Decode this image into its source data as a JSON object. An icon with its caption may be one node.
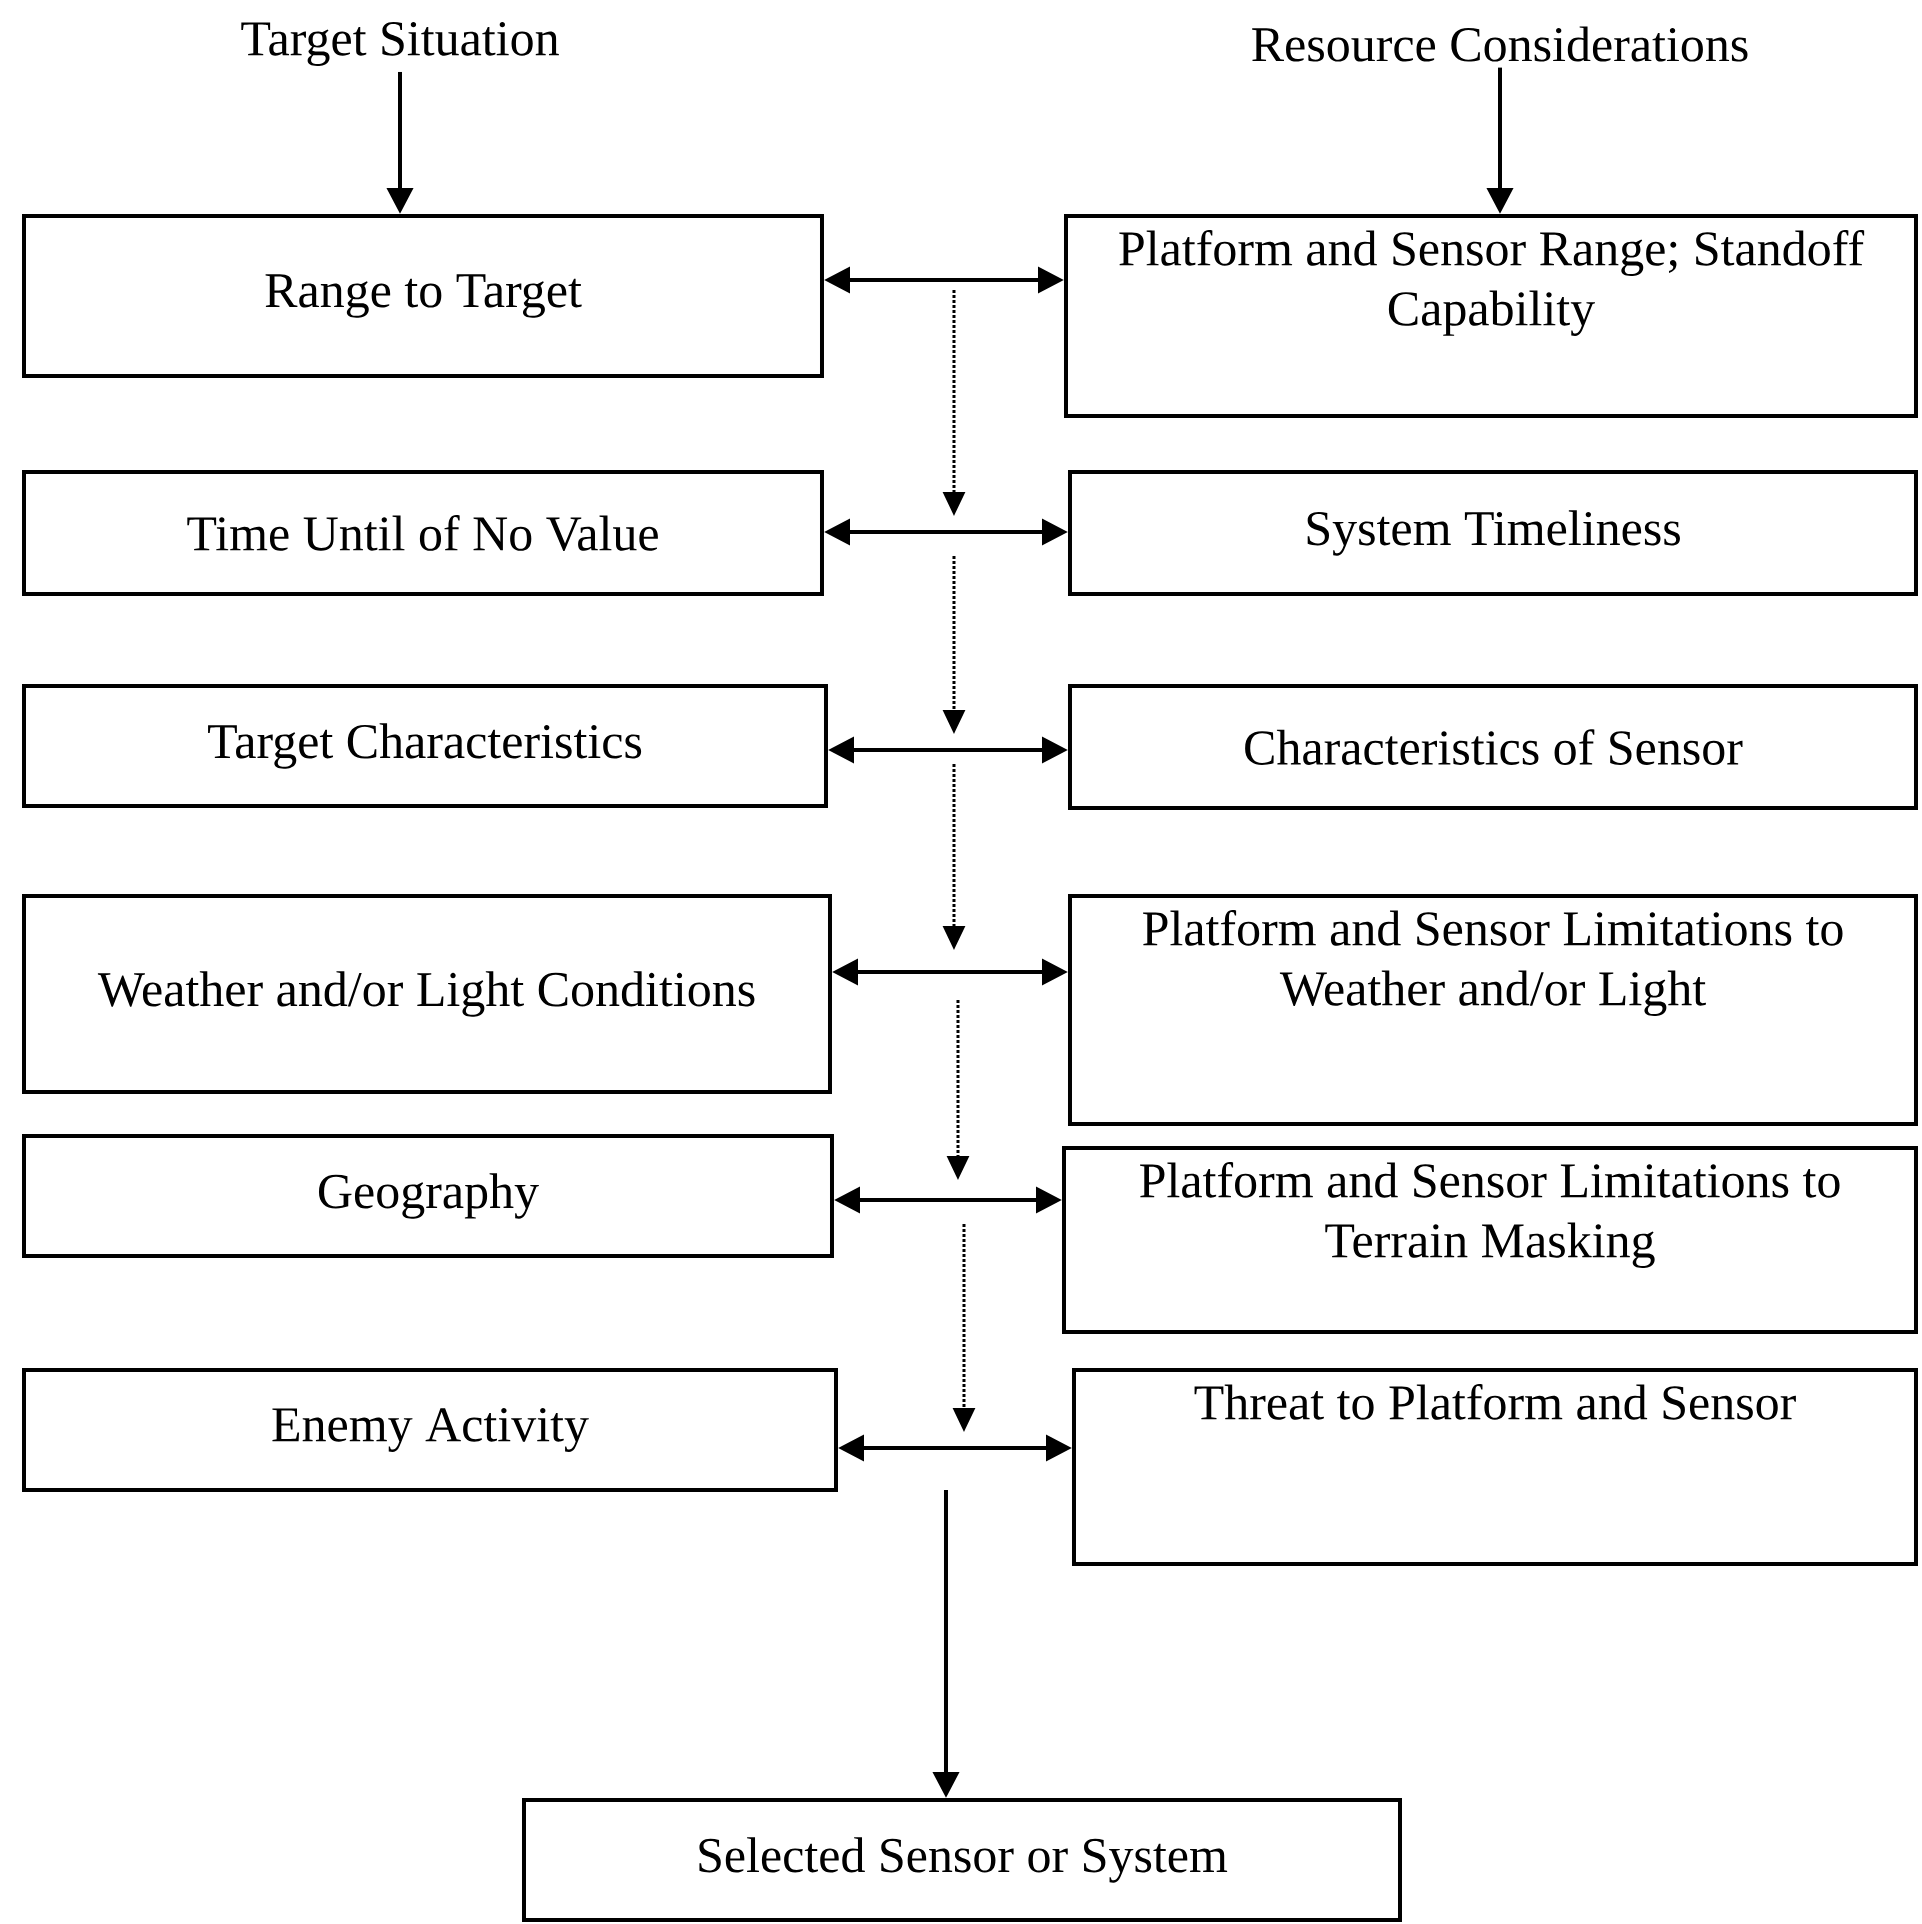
{
  "diagram": {
    "nodes": [
      {
        "text": [
          "Target Situation"
        ]
      },
      {
        "text": [
          "Resource Considerations"
        ]
      },
      {
        "text": [
          "Range to Target"
        ]
      },
      {
        "text": [
          "Platform and Sensor Range; Standoff Capability"
        ]
      },
      {
        "text": [
          "Time Until of No Value"
        ]
      },
      {
        "text": [
          "System Timeliness"
        ]
      },
      {
        "text": [
          "Target Characteristics"
        ]
      },
      {
        "text": [
          "Characteristics of Sensor"
        ]
      },
      {
        "text": [
          "Weather and/or Light Conditions"
        ]
      },
      {
        "text": [
          "Platform and Sensor Limitations to Weather and/or Light"
        ]
      },
      {
        "text": [
          "Geography"
        ]
      },
      {
        "text": [
          "Platform and Sensor Limitations to Terrain Masking"
        ]
      },
      {
        "text": [
          "Enemy Activity"
        ]
      },
      {
        "text": [
          "Threat to Platform and Sensor"
        ]
      },
      {
        "text": [
          "Selected Sensor or System"
        ]
      }
    ],
    "edges": [
      {
        "from": 0,
        "to": 2,
        "arrow": "to"
      },
      {
        "from": 1,
        "to": 3,
        "arrow": "to"
      },
      {
        "from": 2,
        "to": 3,
        "arrow": "both"
      },
      {
        "from": 4,
        "to": 5,
        "arrow": "both"
      },
      {
        "from": 6,
        "to": 7,
        "arrow": "both"
      },
      {
        "from": 8,
        "to": 9,
        "arrow": "both"
      },
      {
        "from": 10,
        "to": 11,
        "arrow": "both"
      },
      {
        "from": 12,
        "to": 13,
        "arrow": "both"
      },
      {
        "from": null,
        "to": 14,
        "arrow": "to"
      }
    ]
  }
}
